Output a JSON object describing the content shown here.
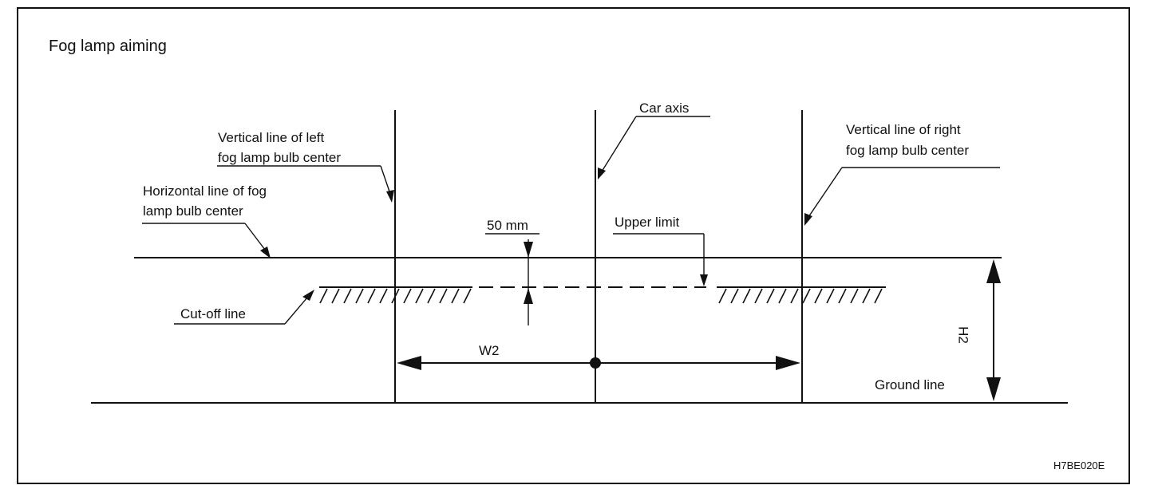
{
  "title": "Fog lamp  aiming",
  "labels": {
    "car_axis": "Car axis",
    "vertical_left_1": "Vertical line of left",
    "vertical_left_2": "fog lamp bulb center",
    "vertical_right_1": "Vertical line of  right",
    "vertical_right_2": "fog lamp  bulb center",
    "horizontal_1": "Horizontal line of  fog",
    "horizontal_2": "lamp bulb center",
    "offset": "50 mm",
    "upper_limit": "Upper limit",
    "cutoff": "Cut-off line",
    "width": "W2",
    "height": "H2",
    "ground": "Ground line"
  },
  "figure_code": "H7BE020E"
}
